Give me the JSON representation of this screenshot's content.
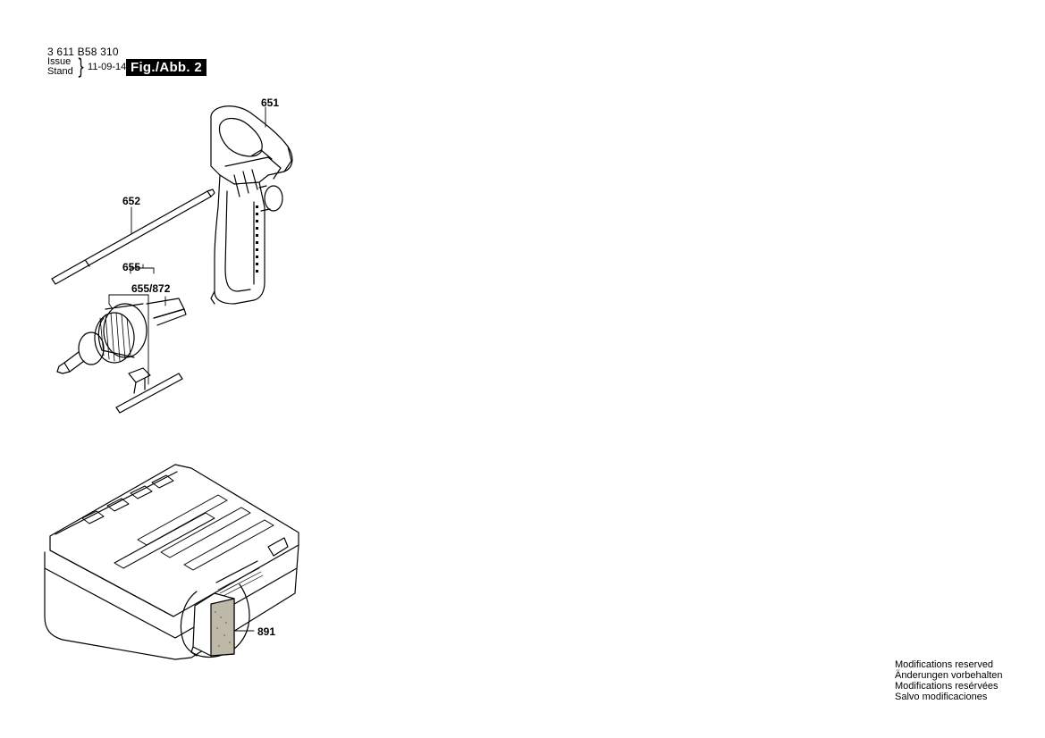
{
  "header": {
    "doc_number": "3 611 B58 310",
    "issue_label": "Issue",
    "stand_label": "Stand",
    "issue_date": "11-09-14",
    "figure_label": "Fig./Abb. 2"
  },
  "callouts": {
    "p651": "651",
    "p652": "652",
    "p655": "655",
    "p655_872": "655/872",
    "p891": "891"
  },
  "footer": {
    "line1": "Modifications reserved",
    "line2": "Änderungen vorbehalten",
    "line3": "Modifications resérvées",
    "line4": "Salvo modificaciones"
  }
}
